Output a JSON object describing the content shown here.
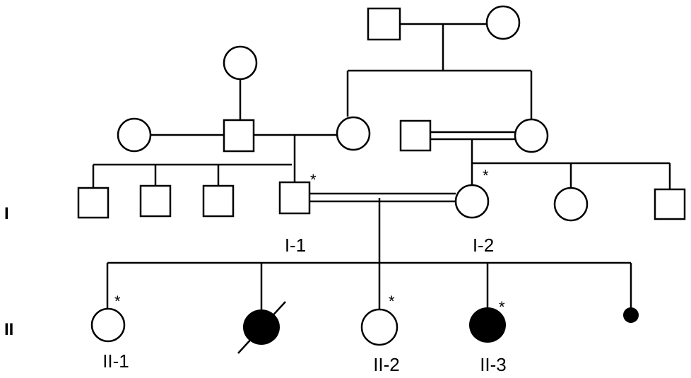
{
  "generations": {
    "gen1": "I",
    "gen2": "II"
  },
  "labels": {
    "i1": "I-1",
    "i2": "I-2",
    "ii1": "II-1",
    "ii2": "II-2",
    "ii3": "II-3"
  },
  "markers": {
    "asterisk": "*"
  },
  "colors": {
    "line": "#000000",
    "affected": "#000000",
    "unaffected": "#ffffff"
  },
  "legend_semantics": {
    "square": "male",
    "circle": "female",
    "filled": "affected",
    "slash": "deceased",
    "double_line": "consanguineous union",
    "small_dot": "miscarriage",
    "asterisk": "tested"
  }
}
